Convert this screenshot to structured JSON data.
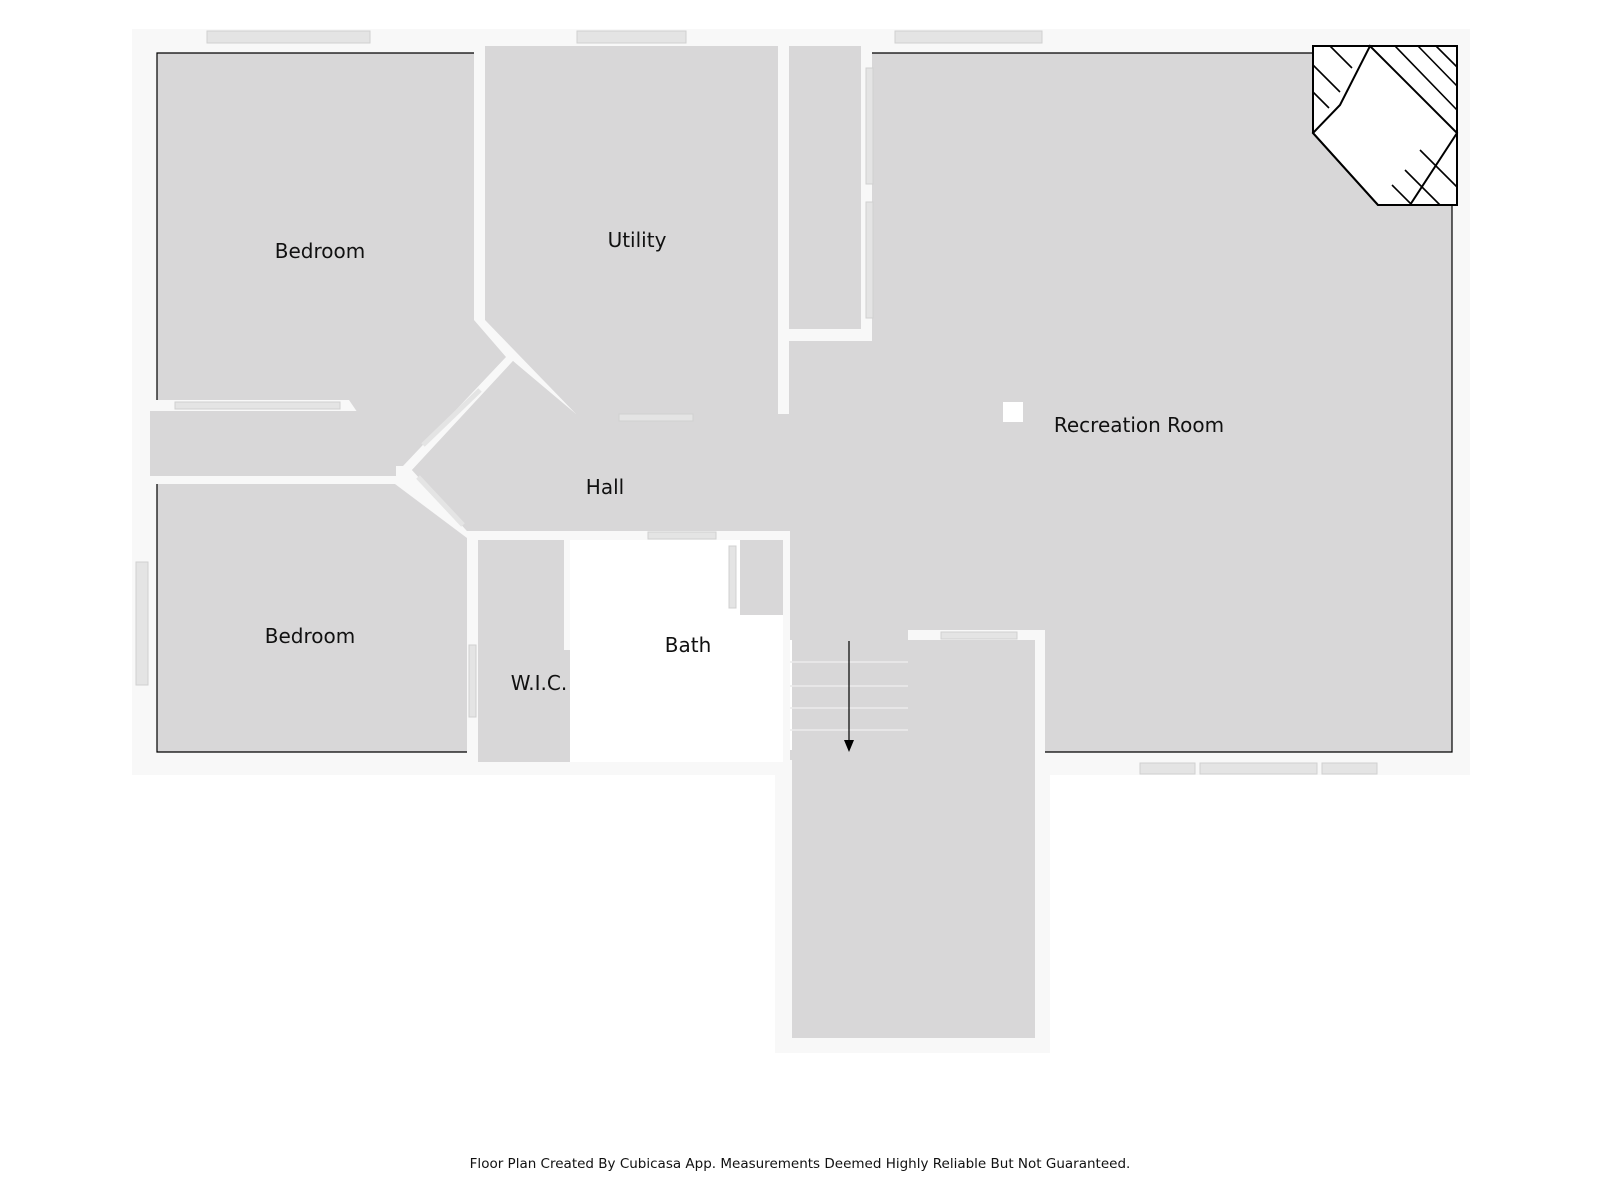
{
  "rooms": {
    "bedroom_top": "Bedroom",
    "utility": "Utility",
    "recreation": "Recreation Room",
    "hall": "Hall",
    "bedroom_bottom": "Bedroom",
    "bath": "Bath",
    "wic": "W.I.C."
  },
  "footer": "Floor Plan Created By Cubicasa App. Measurements Deemed Highly Reliable But Not Guaranteed.",
  "colors": {
    "room_fill": "#d8d7d8",
    "wall": "#f8f8f8",
    "background": "#ffffff"
  }
}
